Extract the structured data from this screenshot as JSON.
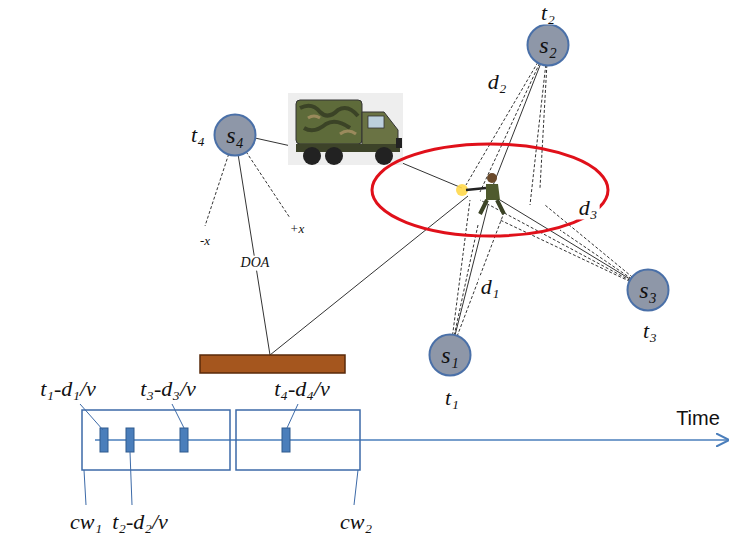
{
  "diagram": {
    "nodes": [
      {
        "text": [
          "s₂"
        ]
      },
      {
        "text": [
          "s₄"
        ]
      },
      {
        "text": [
          "s₃"
        ]
      },
      {
        "text": [
          "s₁"
        ]
      }
    ],
    "labels": [
      "t₂",
      "t₄",
      "d₂",
      "d₃",
      "-x",
      "+x",
      "DOA",
      "d₁",
      "t₃",
      "t₁",
      "t₁-d₁/v",
      "t₃-d₃/v",
      "t₄-d₄/v",
      "Time",
      "cw₁",
      "t₂-d₂/v",
      "cw₂"
    ]
  }
}
